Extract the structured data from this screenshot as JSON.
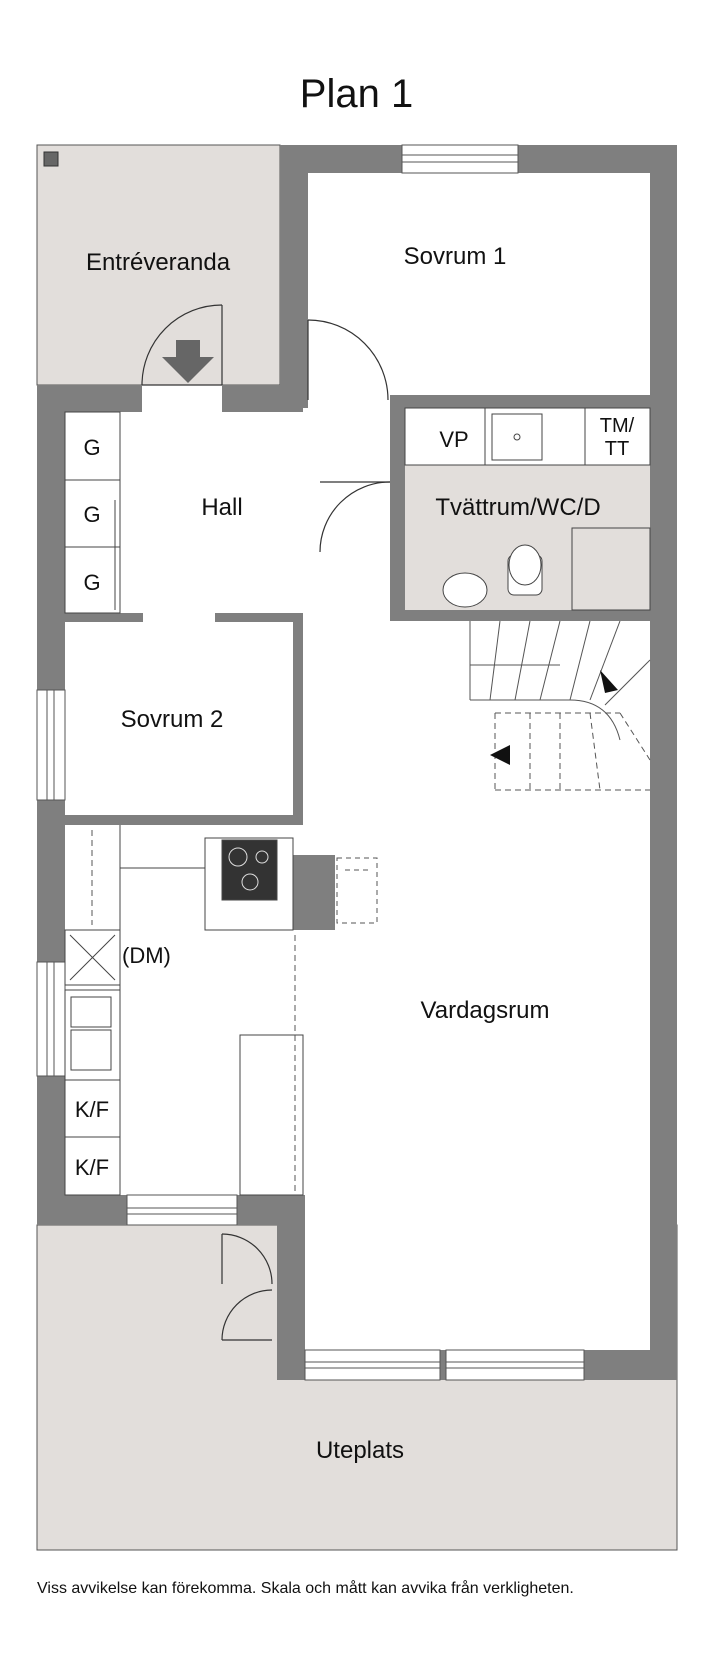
{
  "title": "Plan 1",
  "disclaimer": "Viss avvikelse kan förekomma. Skala och mått kan avvika från verkligheten.",
  "rooms": {
    "entreveranda": "Entréveranda",
    "sovrum1": "Sovrum 1",
    "hall": "Hall",
    "tvattrum": "Tvättrum/WC/D",
    "sovrum2": "Sovrum 2",
    "vardagsrum": "Vardagsrum",
    "uteplats": "Uteplats"
  },
  "fixtures": {
    "wardrobe": "G",
    "heat_pump": "VP",
    "washer_dryer_line1": "TM/",
    "washer_dryer_line2": "TT",
    "dishwasher": "(DM)",
    "fridge_freezer": "K/F"
  },
  "colors": {
    "wall": "#7f7f7f",
    "outdoor": "#e2dedb",
    "wet_room": "#e2dedb",
    "floor": "#ffffff",
    "line": "#333333"
  }
}
